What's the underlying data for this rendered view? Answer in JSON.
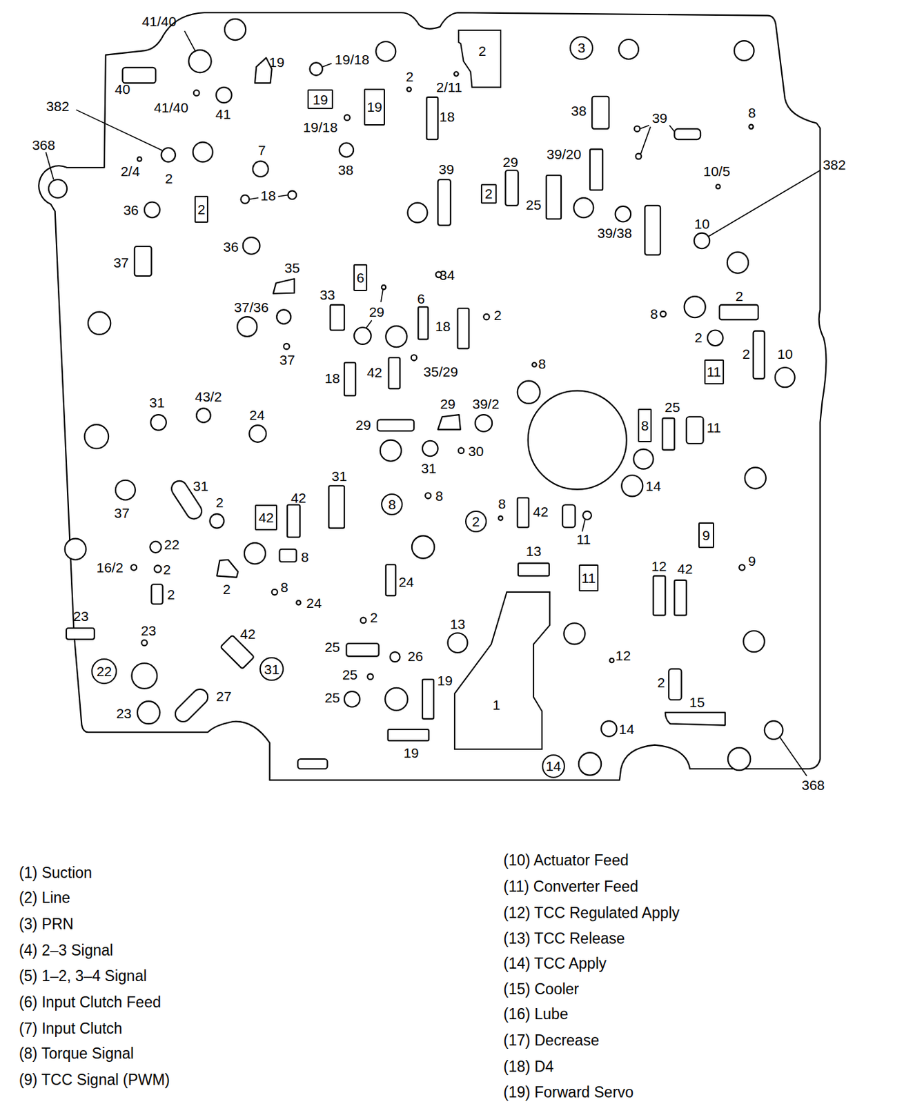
{
  "diagram": {
    "nodes": [
      {
        "text": [
          "2"
        ]
      },
      {
        "text": [
          "3"
        ]
      },
      {
        "text": [
          "19"
        ]
      },
      {
        "text": [
          "19"
        ]
      },
      {
        "text": [
          "2"
        ]
      },
      {
        "text": [
          "2"
        ]
      },
      {
        "text": [
          "6"
        ]
      },
      {
        "text": [
          "11"
        ]
      },
      {
        "text": [
          "8"
        ]
      },
      {
        "text": [
          "8"
        ]
      },
      {
        "text": [
          "42"
        ]
      },
      {
        "text": [
          "2"
        ]
      },
      {
        "text": [
          "9"
        ]
      },
      {
        "text": [
          "11"
        ]
      },
      {
        "text": [
          "31"
        ]
      },
      {
        "text": [
          "22"
        ]
      },
      {
        "text": [
          "1"
        ]
      },
      {
        "text": [
          "14"
        ]
      }
    ],
    "labels": [
      "41/40",
      "19",
      "19/18",
      "2",
      "2/11",
      "40",
      "41/40",
      "41",
      "382",
      "368",
      "2/4",
      "2",
      "7",
      "19/18",
      "18",
      "38",
      "39",
      "8",
      "382",
      "38",
      "39",
      "29",
      "39/20",
      "10/5",
      "18",
      "36",
      "25",
      "39/38",
      "10",
      "36",
      "37",
      "35",
      "34",
      "33",
      "29",
      "6",
      "37/36",
      "18",
      "2",
      "8",
      "2",
      "2",
      "2",
      "10",
      "37",
      "8",
      "18",
      "42",
      "35/29",
      "31",
      "43/2",
      "24",
      "29",
      "39/2",
      "29",
      "25",
      "11",
      "30",
      "31",
      "31",
      "31",
      "2",
      "42",
      "8",
      "14",
      "37",
      "8",
      "42",
      "11",
      "22",
      "16/2",
      "2",
      "8",
      "13",
      "9",
      "12",
      "42",
      "2",
      "2",
      "8",
      "24",
      "24",
      "23",
      "2",
      "13",
      "23",
      "42",
      "25",
      "26",
      "12",
      "25",
      "19",
      "2",
      "27",
      "15",
      "23",
      "25",
      "14",
      "19",
      "368"
    ],
    "legend": [
      {
        "text": "(1) Suction"
      },
      {
        "text": "(2) Line"
      },
      {
        "text": "(3) PRN"
      },
      {
        "text": "(4) 2–3 Signal"
      },
      {
        "text": "(5) 1–2, 3–4 Signal"
      },
      {
        "text": "(6) Input Clutch Feed"
      },
      {
        "text": "(7) Input Clutch"
      },
      {
        "text": "(8) Torque Signal"
      },
      {
        "text": "(9) TCC Signal (PWM)"
      },
      {
        "text": "(10) Actuator Feed"
      },
      {
        "text": "(11) Converter Feed"
      },
      {
        "text": "(12) TCC Regulated Apply"
      },
      {
        "text": "(13) TCC Release"
      },
      {
        "text": "(14) TCC Apply"
      },
      {
        "text": "(15) Cooler"
      },
      {
        "text": "(16) Lube"
      },
      {
        "text": "(17) Decrease"
      },
      {
        "text": "(18) D4"
      },
      {
        "text": "(19) Forward Servo"
      }
    ]
  }
}
